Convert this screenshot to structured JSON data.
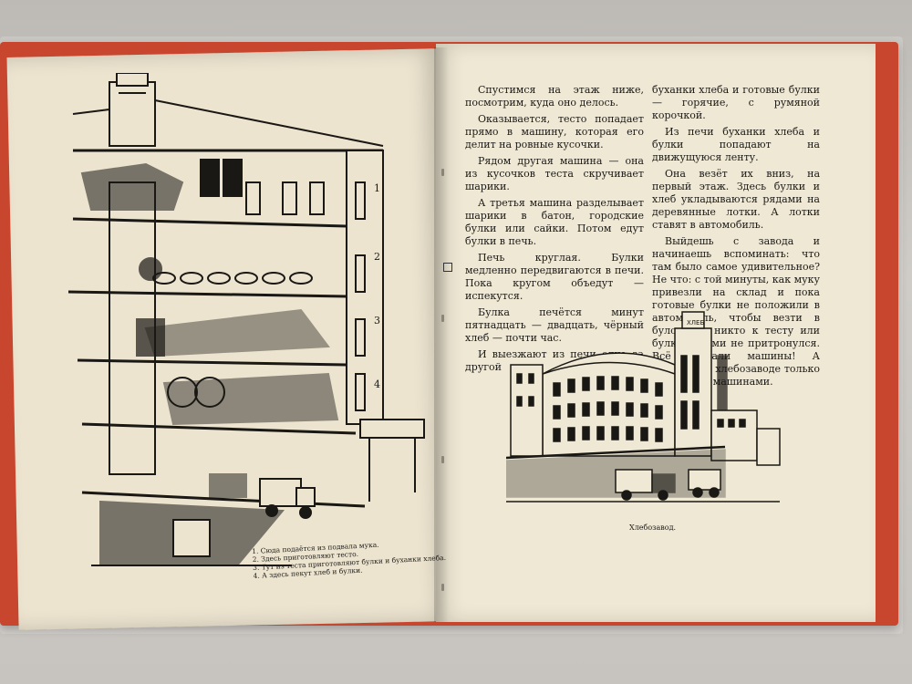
{
  "right_page": {
    "column1": [
      "Спустимся на этаж ниже, посмотрим, куда оно делось.",
      "Оказывается, тесто попадает прямо в машину, которая его делит на ровные кусочки.",
      "Рядом другая машина — она из кусочков теста скручивает шарики.",
      "А третья машина разделывает шарики в батон, городские булки или сайки. Потом едут булки в печь.",
      "Печь круглая. Булки медленно передвигаются в печи. Пока кругом объедут — испекутся.",
      "Булка печётся минут пятнадцать — двадцать, чёрный хлеб — почти час.",
      "И выезжают из печи одна за другой"
    ],
    "column2": [
      "буханки хлеба и готовые булки — горячие, с румяной корочкой.",
      "Из печи буханки хлеба и булки попадают на движущуюся ленту.",
      "Она везёт их вниз, на первый этаж. Здесь булки и хлеб укладываются рядами на деревянные лотки. А лотки ставят в автомобиль.",
      "Выйдешь с завода и начинаешь вспоминать: что там было самое удивительное? Не что: с той минуты, как муку привезли на склад и пока готовые булки не положили в автомобиль, чтобы везти в булочную, никто к тесту или булке руками не притронулся. Всё сделали машины! А рабочие на хлебозаводе только управляют машинами."
    ],
    "caption": "Хлебозавод."
  },
  "left_page": {
    "floor_numbers": [
      "1",
      "2",
      "3",
      "4"
    ],
    "legend": [
      "1. Сюда подаётся из подвала мука.",
      "2. Здесь приготовляют тесто.",
      "3. Тут из теста приготовляют булки и буханки хлеба.",
      "4. А здесь пекут хлеб и булки."
    ]
  },
  "building_sign": "ХЛЕБ"
}
